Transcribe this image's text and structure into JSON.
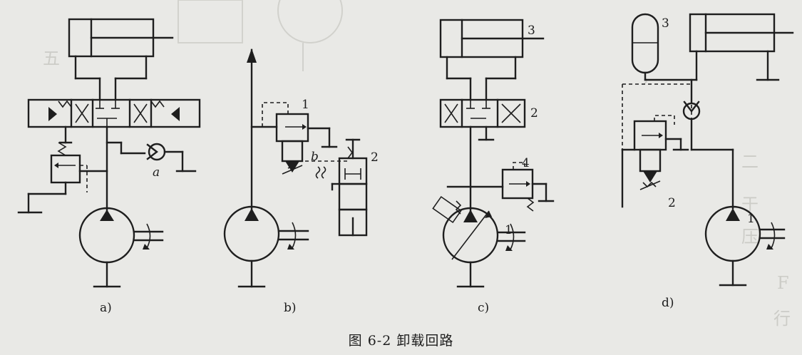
{
  "caption": "图 6-2   卸载回路",
  "subfigures": {
    "a": {
      "label": "a)",
      "port_label": "a"
    },
    "b": {
      "label": "b)",
      "label_1": "1",
      "label_2": "2",
      "label_b": "b"
    },
    "c": {
      "label": "c)",
      "label_1": "1",
      "label_2": "2",
      "label_3": "3",
      "label_4": "4"
    },
    "d": {
      "label": "d)",
      "label_1": "1",
      "label_2": "2",
      "label_3": "3"
    }
  }
}
